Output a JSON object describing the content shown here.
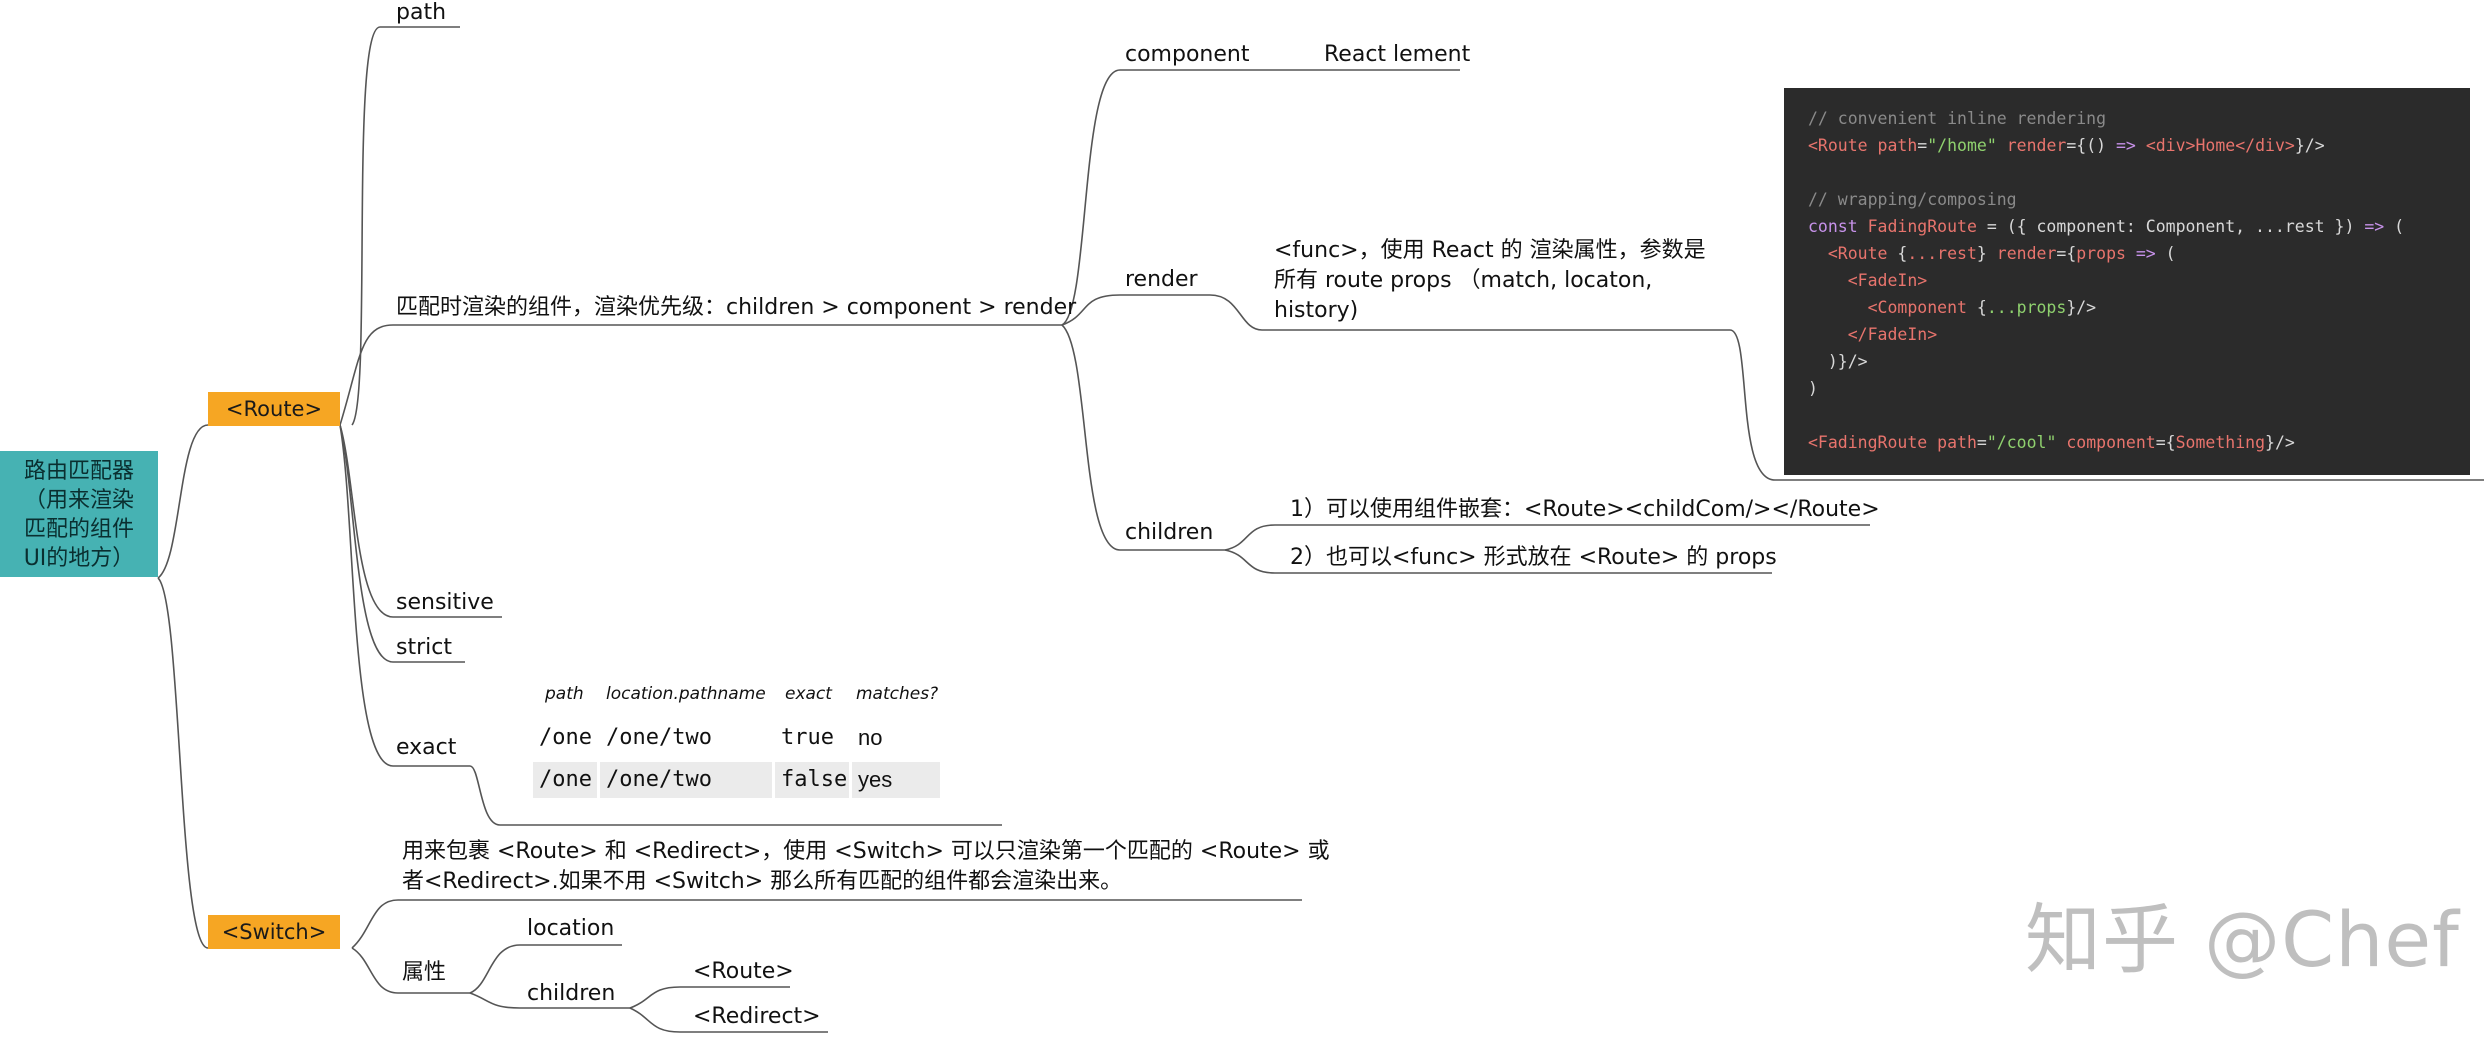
{
  "root": {
    "lines": [
      "路由匹配器",
      "（用来渲染",
      "匹配的组件",
      "UI的地方）"
    ]
  },
  "route": {
    "tag": "<Route>",
    "path_label": "path",
    "render_priority_label": "匹配时渲染的组件，渲染优先级：children > component > render",
    "component": {
      "label": "component",
      "value": "React lement"
    },
    "render": {
      "label": "render",
      "desc_lines": [
        "<func>，使用 React 的 渲染属性，参数是",
        "所有 route props （match, locaton,",
        "history)"
      ]
    },
    "children": {
      "label": "children",
      "items": [
        "1）可以使用组件嵌套：<Route><childCom/></Route>",
        "2）也可以<func> 形式放在 <Route> 的 props"
      ]
    },
    "sensitive_label": "sensitive",
    "strict_label": "strict",
    "exact": {
      "label": "exact",
      "headers": [
        "path",
        "location.pathname",
        "exact",
        "matches?"
      ],
      "rows": [
        [
          "/one",
          "/one/two",
          "true",
          "no"
        ],
        [
          "/one",
          "/one/two",
          "false",
          "yes"
        ]
      ]
    }
  },
  "code": {
    "comment1": "// convenient inline rendering",
    "comment2": "// wrapping/composing"
  },
  "switch": {
    "tag": "<Switch>",
    "desc_lines": [
      "用来包裹 <Route> 和 <Redirect>，使用 <Switch> 可以只渲染第一个匹配的 <Route> 或",
      "者<Redirect>.如果不用 <Switch> 那么所有匹配的组件都会渲染出来。"
    ],
    "props_label": "属性",
    "location_label": "location",
    "children_label": "children",
    "children_items": [
      "<Route>",
      "<Redirect>"
    ]
  },
  "watermark": "知乎 @Chef"
}
